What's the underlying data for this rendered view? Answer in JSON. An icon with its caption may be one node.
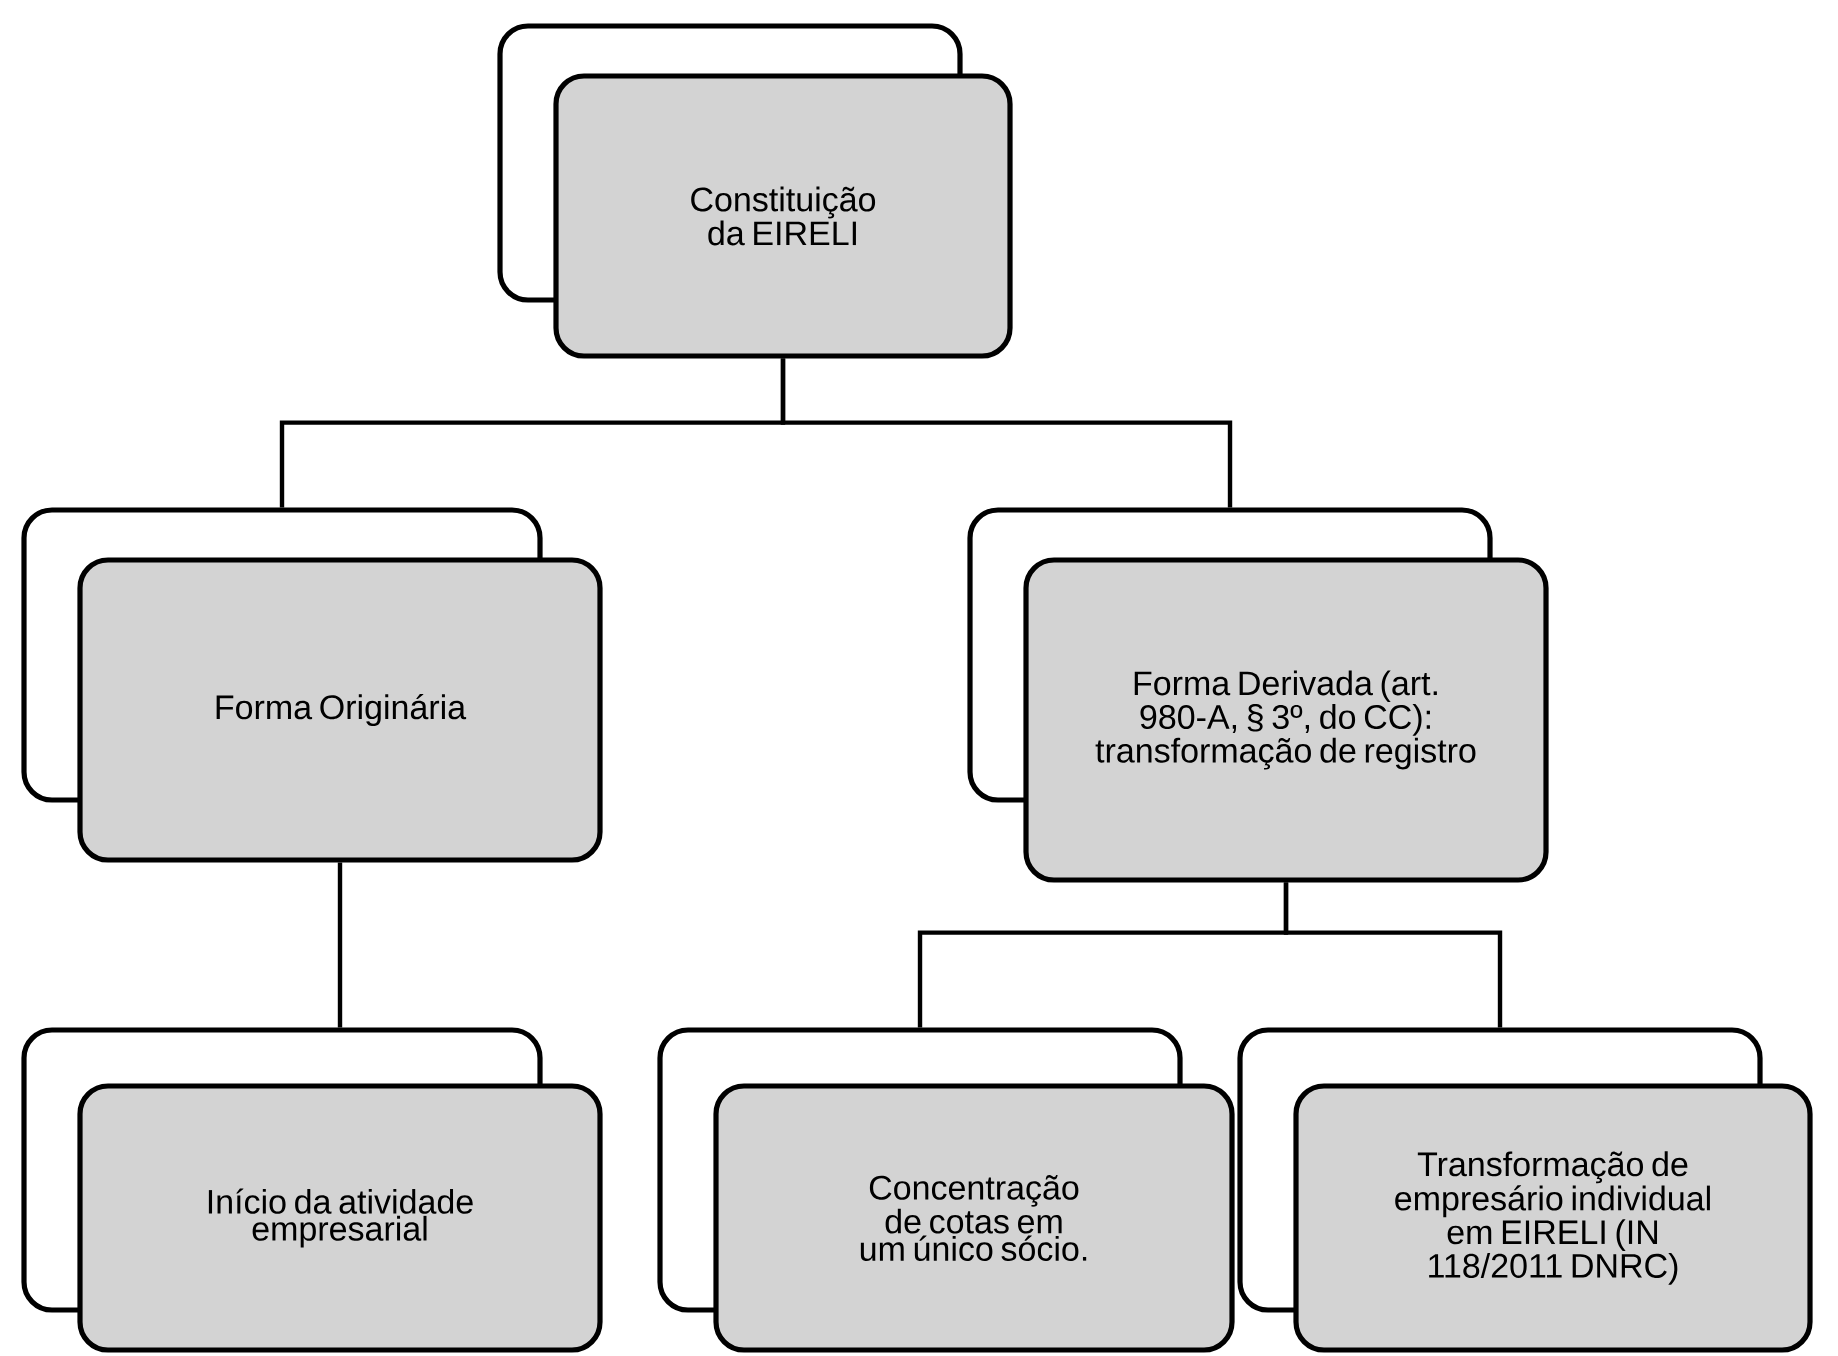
{
  "diagram": {
    "nodes": [
      {
        "text": [
          "Constituição da EIRELI"
        ]
      },
      {
        "text": [
          "Forma Originária"
        ]
      },
      {
        "text": [
          "Forma Derivada (art. 980-A, § 3º, do CC): transformação de registro"
        ]
      },
      {
        "text": [
          "Início da atividade empresarial"
        ]
      },
      {
        "text": [
          "Concentração de cotas em um único sócio."
        ]
      },
      {
        "text": [
          "Transformação de empresário individual em EIRELI (IN 118/2011 DNRC)"
        ]
      }
    ],
    "edges": [
      {
        "from": 0,
        "to": 1,
        "arrow": "none"
      },
      {
        "from": 0,
        "to": 2,
        "arrow": "none"
      },
      {
        "from": 1,
        "to": 3,
        "arrow": "none"
      },
      {
        "from": 2,
        "to": 4,
        "arrow": "none"
      },
      {
        "from": 2,
        "to": 5,
        "arrow": "none"
      }
    ]
  }
}
